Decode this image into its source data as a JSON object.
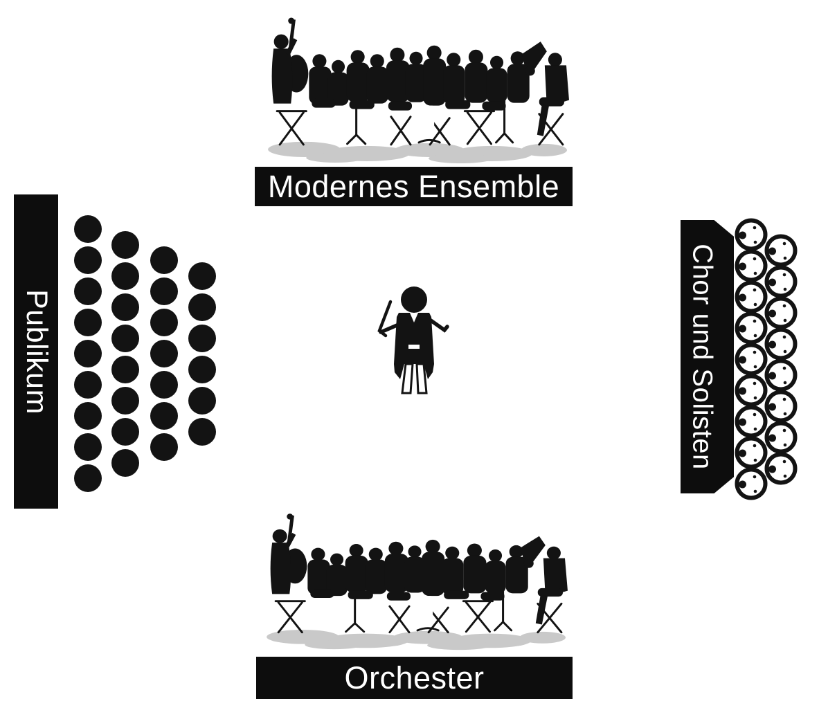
{
  "diagram": {
    "top_group": {
      "label": "Modernes Ensemble",
      "icon": "orchestra-silhouette"
    },
    "bottom_group": {
      "label": "Orchester",
      "icon": "orchestra-silhouette"
    },
    "left_group": {
      "label": "Publikum",
      "icon": "audience-dot",
      "dot_columns": [
        9,
        8,
        7,
        6
      ]
    },
    "right_group": {
      "label": "Chor und Solisten",
      "icon": "choir-singer-icon",
      "circle_columns": [
        9,
        8
      ]
    },
    "center_group": {
      "icon": "conductor-icon"
    }
  },
  "colors": {
    "silhouette": "#131313",
    "label_bar": "#0d0d0d",
    "label_text": "#ffffff",
    "ground_shadow": "#c9c9c9",
    "background": "#ffffff"
  }
}
